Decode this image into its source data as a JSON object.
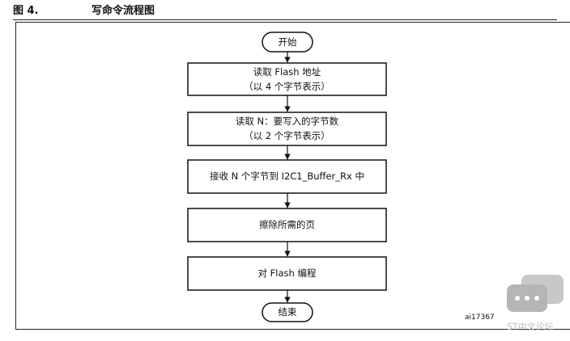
{
  "caption": {
    "number": "图 4.",
    "title": "写命令流程图"
  },
  "flow": {
    "start": "开始",
    "steps": [
      {
        "line1": "读取 Flash 地址",
        "line2": "（以 4 个字节表示）"
      },
      {
        "line1": "读取 N：要写入的字节数",
        "line2": "（以 2 个字节表示）"
      },
      {
        "line1": "接收 N 个字节到 I2C1_Buffer_Rx 中",
        "line2": ""
      },
      {
        "line1": "擦除所需的页",
        "line2": ""
      },
      {
        "line1": "对 Flash 编程",
        "line2": ""
      }
    ],
    "end": "结束"
  },
  "figure_code": "ai17367",
  "watermark": {
    "text": "ST中文论坛",
    "icon": "chat-bubble-icon"
  }
}
